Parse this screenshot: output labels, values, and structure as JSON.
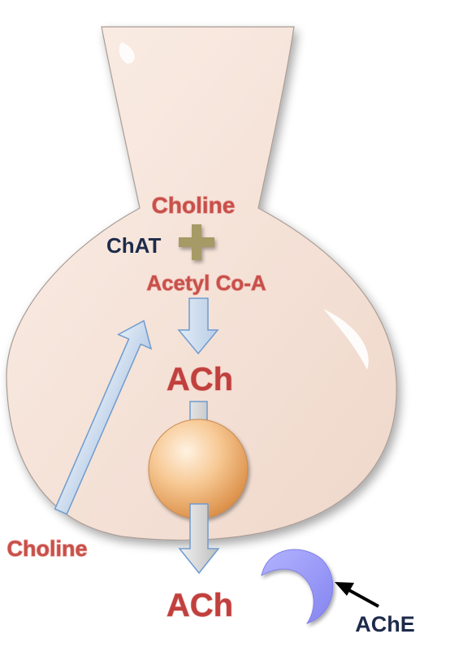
{
  "labels": {
    "choline_top": "Choline",
    "chat": "ChAT",
    "acetyl_coa": "Acetyl Co-A",
    "ach_inside": "ACh",
    "choline_outside": "Choline",
    "ach_released": "ACh",
    "ache": "AChE"
  },
  "colors": {
    "terminal_fill": "#f6e4da",
    "terminal_stroke": "#a99c95",
    "label_red": "#c8504a",
    "label_dark": "#1d2b4a",
    "plus_olive": "#a69a66",
    "arrow_fill": "#cccccc",
    "arrow_blue_outline": "#6f9bcf",
    "vesicle": "#f2b77c",
    "enzyme": "#9a9aff"
  },
  "icons": {
    "plus": "plus-sign-icon",
    "enzyme": "ache-enzyme-shape"
  }
}
